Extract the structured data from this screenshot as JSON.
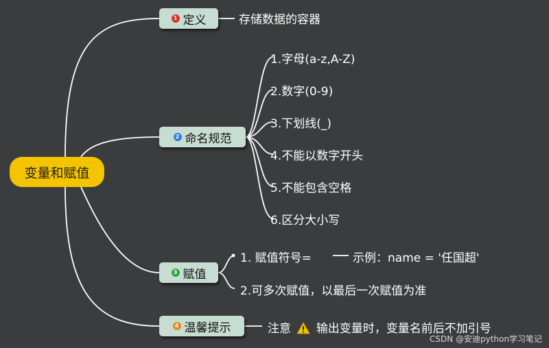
{
  "root": {
    "label": "变量和赋值",
    "color": "#f5c400"
  },
  "branches": [
    {
      "num": "1",
      "label": "定义",
      "badge_color": "#d9302c",
      "leaves": [
        "存储数据的容器"
      ]
    },
    {
      "num": "2",
      "label": "命名规范",
      "badge_color": "#2e7de0",
      "leaves": [
        "1.字母(a-z,A-Z)",
        "2.数字(0-9)",
        "3.下划线(_)",
        "4.不能以数字开头",
        "5.不能包含空格",
        "6.区分大小写"
      ]
    },
    {
      "num": "3",
      "label": "赋值",
      "badge_color": "#2fa43a",
      "leaves": [
        "1. 赋值符号=",
        "2.可多次赋值，以最后一次赋值为准"
      ],
      "sub_leaf": "示例：name = '任国超'"
    },
    {
      "num": "4",
      "label": "温馨提示",
      "badge_color": "#e58a1f",
      "leaves": [
        "注意",
        "输出变量时，变量名前后不加引号"
      ],
      "icon": "warning-icon"
    }
  ],
  "watermark": "CSDN @安迪python学习笔记",
  "line_color": "#ffffff"
}
